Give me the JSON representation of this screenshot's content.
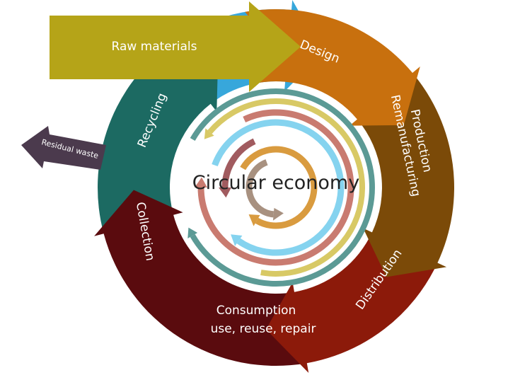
{
  "title": "Circular economy",
  "raw_materials": {
    "label": "Raw materials",
    "color": "#b5a418"
  },
  "residual_waste": {
    "label": "Residual waste",
    "color": "#4b3a4d"
  },
  "stages": [
    {
      "id": "design",
      "lines": [
        "Design"
      ],
      "color": "#c8700e"
    },
    {
      "id": "production",
      "lines": [
        "Production",
        "Remanufacturing"
      ],
      "color": "#7b4a08"
    },
    {
      "id": "distribution",
      "lines": [
        "Distribution"
      ],
      "color": "#8c1a0a"
    },
    {
      "id": "consumption",
      "lines": [
        "Consumption",
        "use, reuse, repair"
      ],
      "color": "#5a0b0e"
    },
    {
      "id": "collection",
      "lines": [
        "Collection"
      ],
      "color": "#1c6a62"
    },
    {
      "id": "recycling",
      "lines": [
        "Recycling"
      ],
      "color": "#37a7db"
    }
  ],
  "inner_ring_colors": [
    "#5b9a95",
    "#d8c965",
    "#c97b70",
    "#85d3ef",
    "#a15b5f",
    "#d99b3f",
    "#a89180"
  ]
}
